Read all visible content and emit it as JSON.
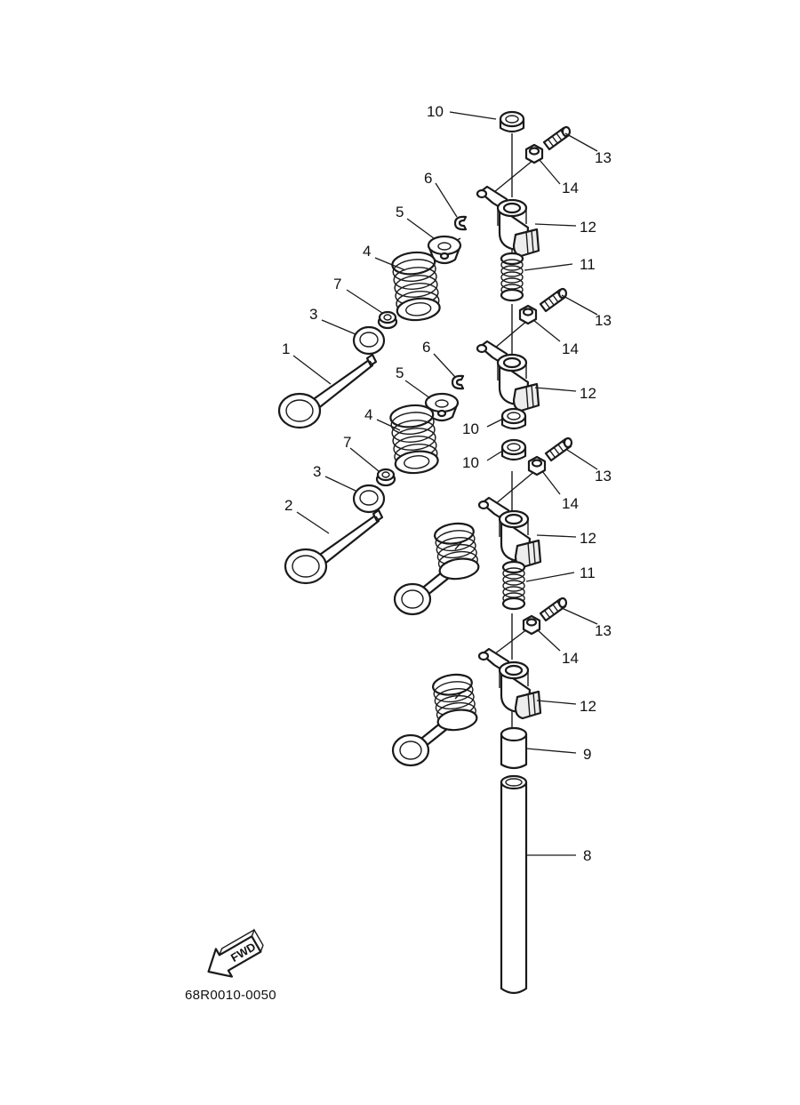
{
  "callouts": {
    "c1": "1",
    "c2": "2",
    "c3a": "3",
    "c3b": "3",
    "c4a": "4",
    "c4b": "4",
    "c5a": "5",
    "c5b": "5",
    "c6a": "6",
    "c6b": "6",
    "c7a": "7",
    "c7b": "7",
    "c8": "8",
    "c9": "9",
    "c10a": "10",
    "c10b": "10",
    "c10c": "10",
    "c11a": "11",
    "c11b": "11",
    "c12a": "12",
    "c12b": "12",
    "c12c": "12",
    "c12d": "12",
    "c13a": "13",
    "c13b": "13",
    "c13c": "13",
    "c13d": "13",
    "c14a": "14",
    "c14b": "14",
    "c14c": "14",
    "c14d": "14"
  },
  "drawing_code": "68R0010-0050",
  "fwd_label": "FWD"
}
